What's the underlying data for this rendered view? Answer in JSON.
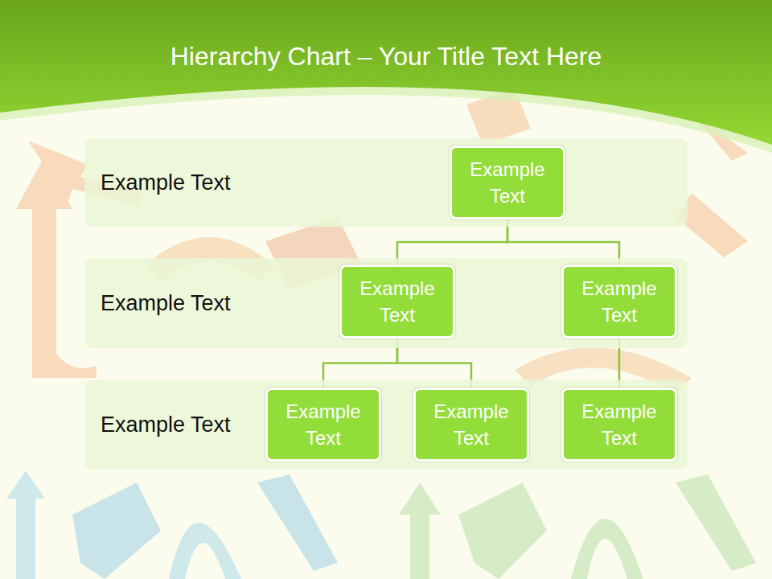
{
  "diagram": {
    "title": "Hierarchy Chart – Your Title Text Here",
    "nodes": [
      {
        "text": [
          "Example Text"
        ]
      },
      {
        "text": [
          "Example Text"
        ],
        "in": 0
      },
      {
        "text": [
          "Example Text"
        ]
      },
      {
        "text": [
          "Example Text"
        ],
        "in": 2
      },
      {
        "text": [
          "Example Text"
        ],
        "in": 2
      },
      {
        "text": [
          "Example Text"
        ]
      },
      {
        "text": [
          "Example Text"
        ],
        "in": 5
      },
      {
        "text": [
          "Example Text"
        ],
        "in": 5
      },
      {
        "text": [
          "Example Text"
        ],
        "in": 5
      }
    ],
    "edges": [
      {
        "from": 1,
        "to": 3,
        "arrow": "none"
      },
      {
        "from": 1,
        "to": 4,
        "arrow": "none"
      },
      {
        "from": 3,
        "to": 6,
        "arrow": "none"
      },
      {
        "from": 3,
        "to": 7,
        "arrow": "none"
      },
      {
        "from": 4,
        "to": 8,
        "arrow": "none"
      }
    ]
  }
}
